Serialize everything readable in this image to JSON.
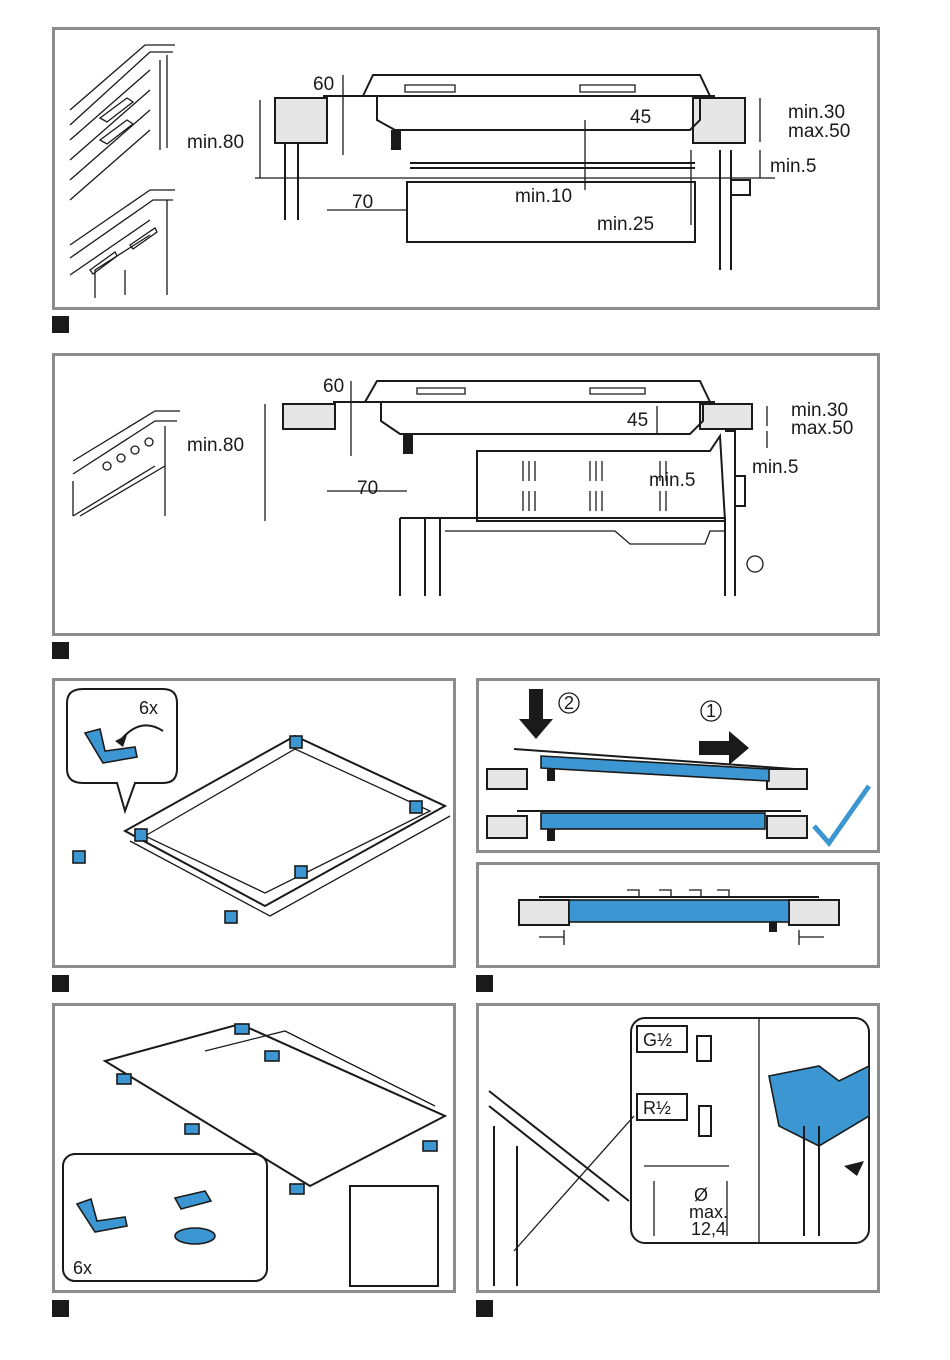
{
  "fig1": {
    "d60": "60",
    "d45": "45",
    "min80": "min.80",
    "min30": "min.30",
    "max50": "max.50",
    "min5": "min.5",
    "min10": "min.10",
    "d70": "70",
    "min25": "min.25"
  },
  "fig2": {
    "d60": "60",
    "d45": "45",
    "min80": "min.80",
    "min30": "min.30",
    "max50": "max.50",
    "min5a": "min.5",
    "min5b": "min.5",
    "d70": "70"
  },
  "fig3": {
    "count": "6x"
  },
  "fig4": {
    "step1": "1",
    "step2": "2"
  },
  "fig6": {
    "count": "6x"
  },
  "fig7": {
    "g_label": "G½",
    "r_label": "R½",
    "diameter": "Ø",
    "max_label": "max.",
    "max_value": "12,4"
  },
  "colors": {
    "accent_blue": "#3c96d2",
    "frame_gray": "#8c8c8c"
  }
}
